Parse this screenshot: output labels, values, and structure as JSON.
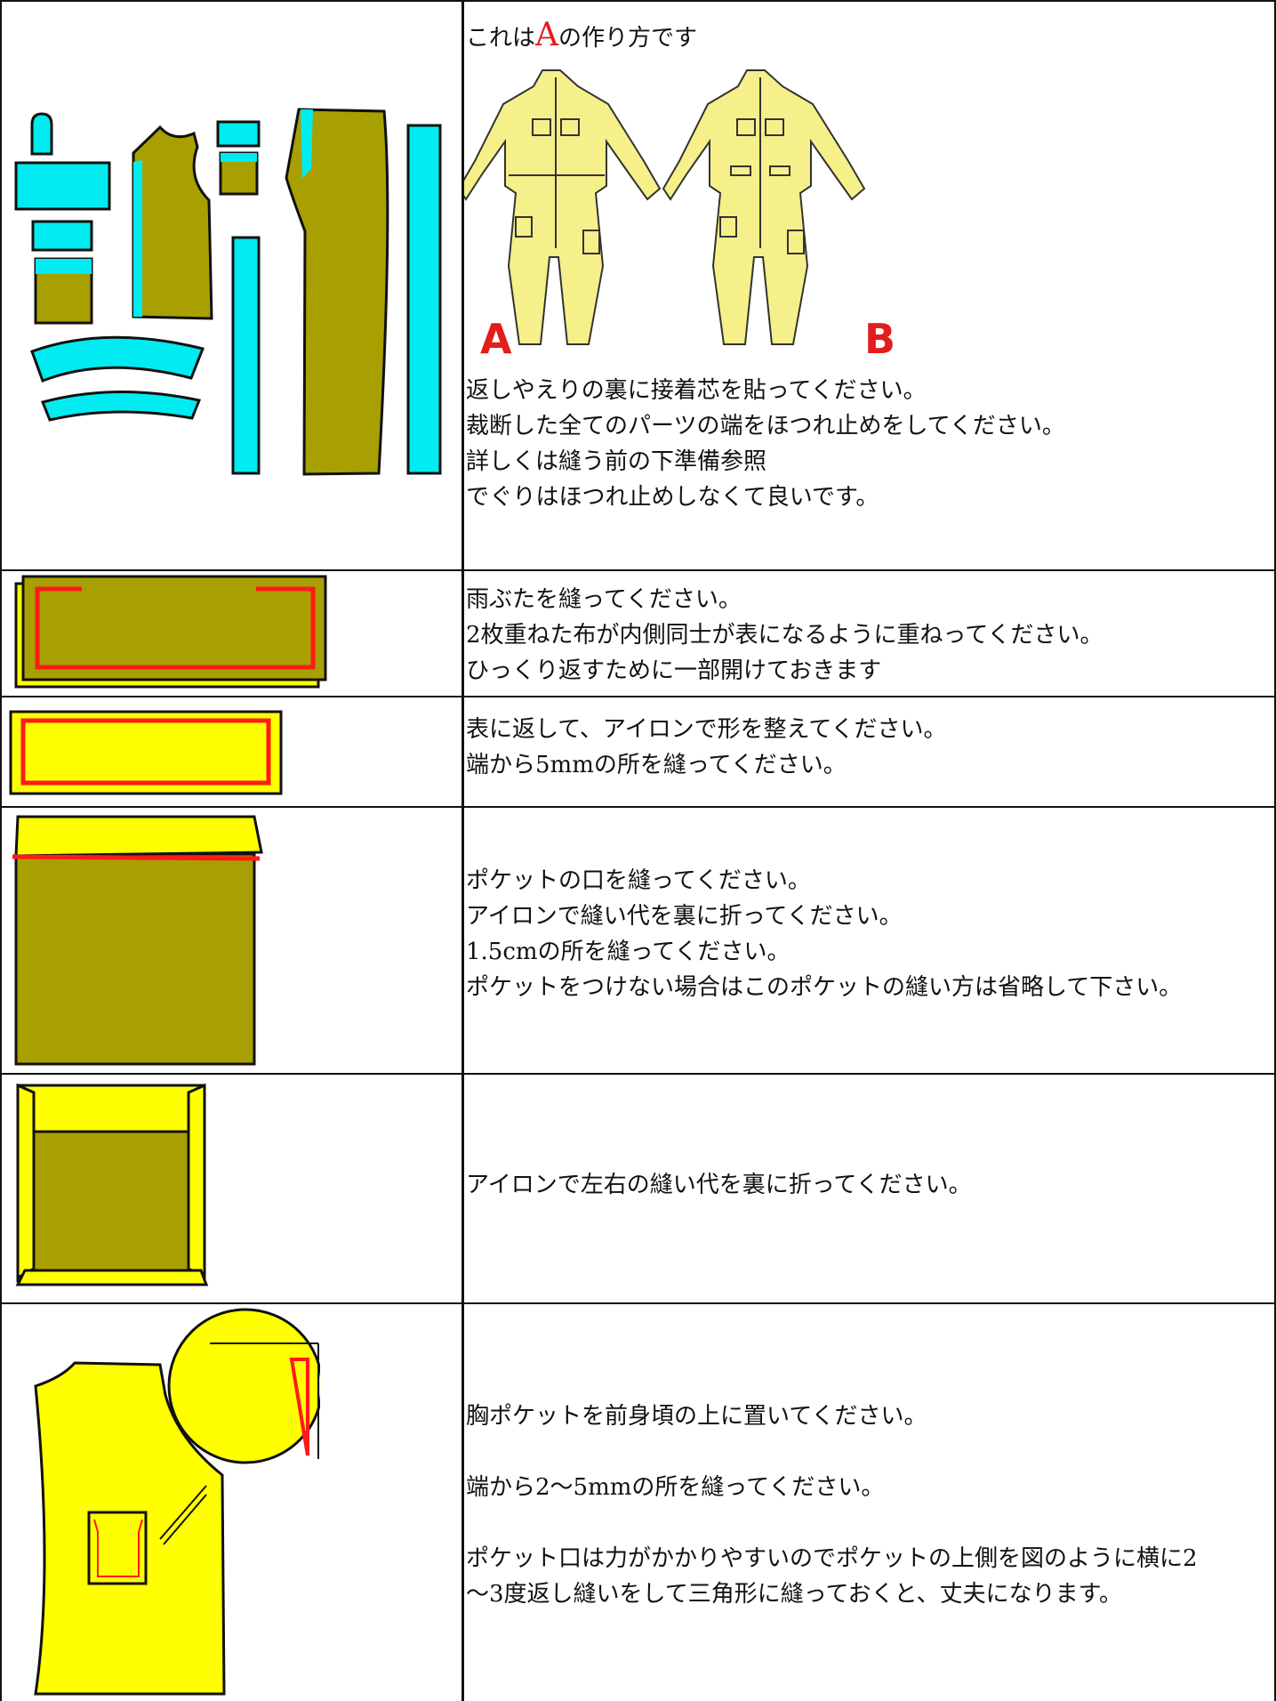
{
  "rows": [
    {
      "title": {
        "prefix": "これは",
        "highlight": "A",
        "suffix": "の作り方です"
      },
      "suit_labels": [
        "A",
        "B"
      ],
      "lines": [
        "返しやえりの裏に接着芯を貼ってください。",
        "裁断した全てのパーツの端をほつれ止めをしてください。",
        "詳しくは縫う前の下準備参照",
        "でぐりはほつれ止めしなくて良いです。"
      ]
    },
    {
      "lines": [
        "雨ぶたを縫ってください。",
        "2枚重ねた布が内側同士が表になるように重ねってください。",
        "ひっくり返すために一部開けておきます"
      ]
    },
    {
      "lines": [
        "表に返して、アイロンで形を整えてください。",
        "端から5mmの所を縫ってください。"
      ]
    },
    {
      "lines": [
        "ポケットの口を縫ってください。",
        "アイロンで縫い代を裏に折ってください。",
        "1.5cmの所を縫ってください。",
        "ポケットをつけない場合はこのポケットの縫い方は省略して下さい。"
      ]
    },
    {
      "lines": [
        "アイロンで左右の縫い代を裏に折ってください。"
      ]
    },
    {
      "paragraphs": [
        "胸ポケットを前身頃の上に置いてください。",
        "端から2〜5mmの所を縫ってください。",
        "ポケット口は力がかかりやすいのでポケットの上側を図のように横に2",
        "〜3度返し縫いをして三角形に縫っておくと、丈夫になります。"
      ]
    }
  ],
  "colors": {
    "fabric": "#a8a000",
    "interfacing": "#00ecf0",
    "yellow": "#ffff00",
    "stitch": "#ff1a1a",
    "suit": "#f5f08a"
  }
}
